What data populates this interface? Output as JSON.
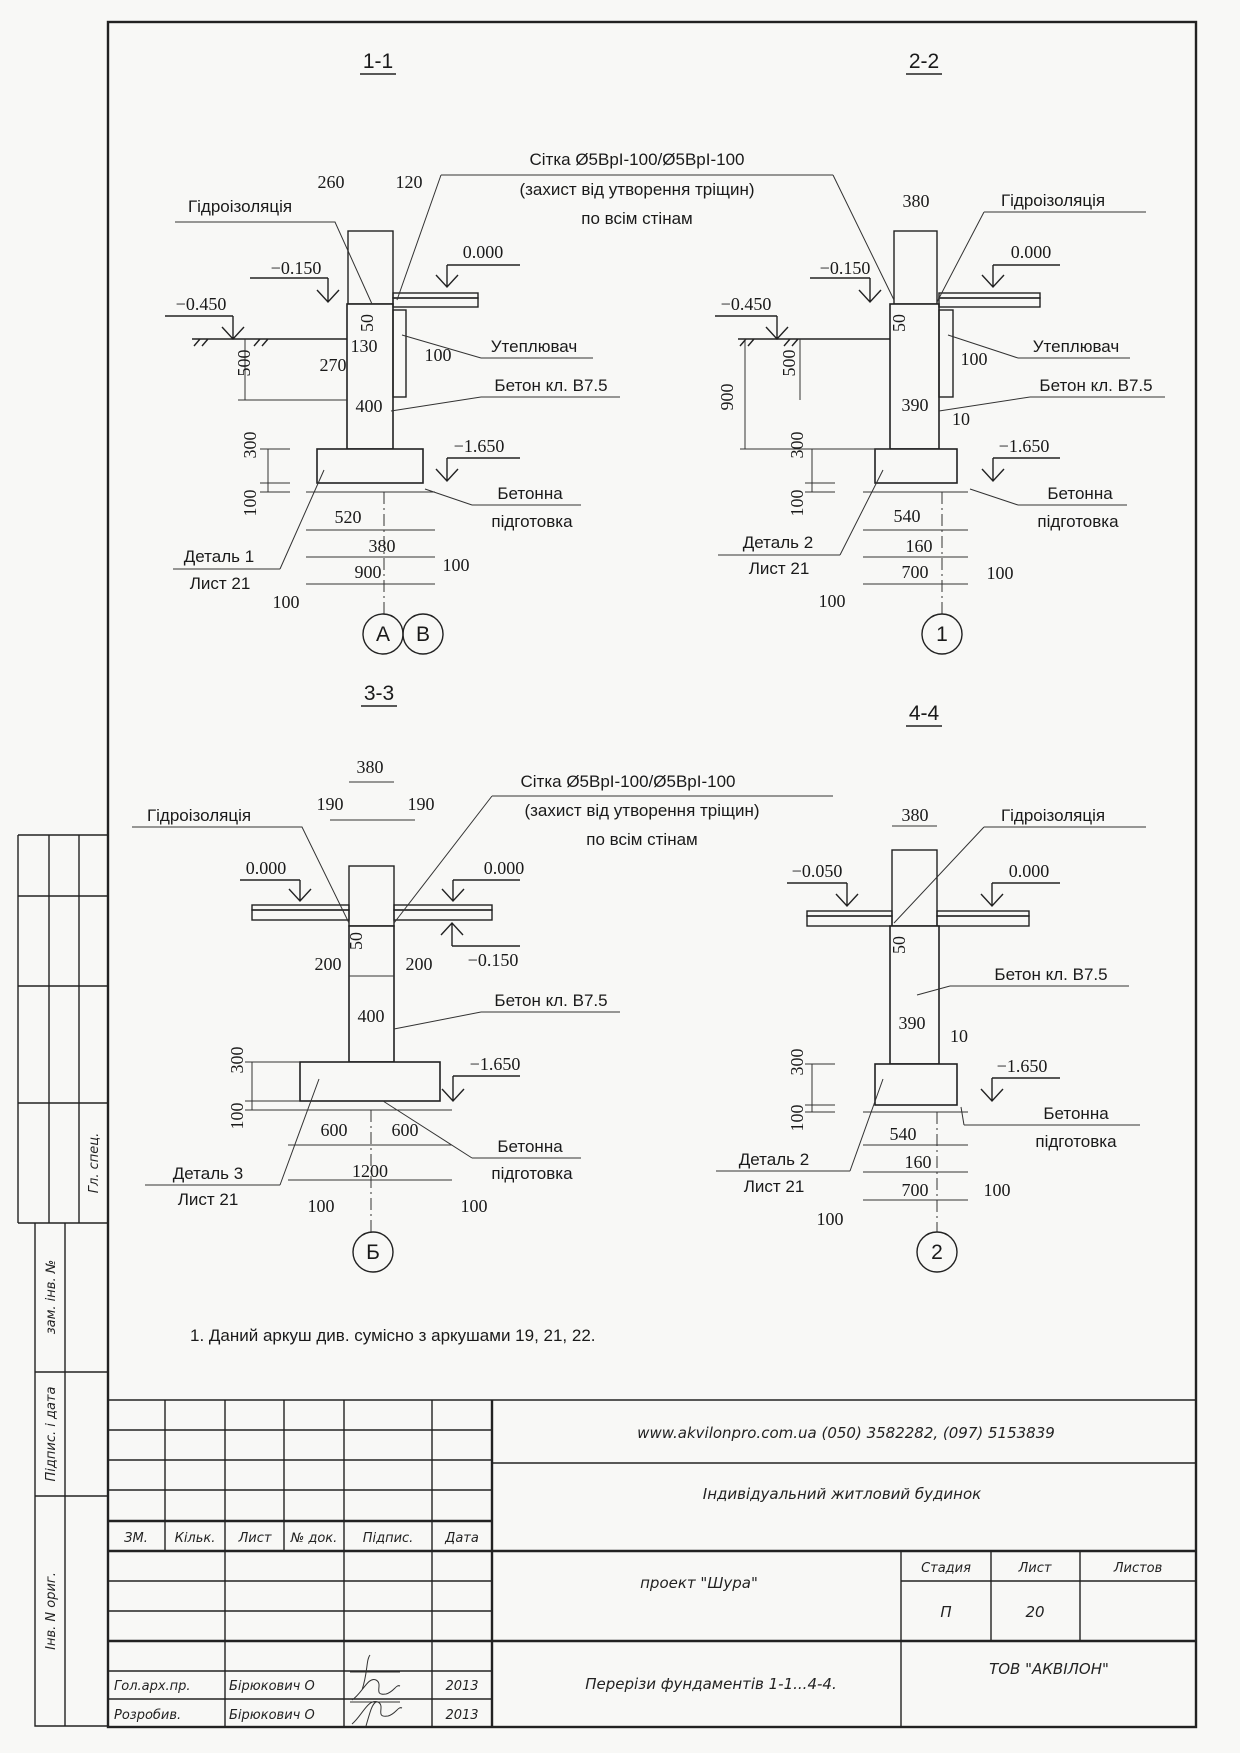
{
  "sections": [
    {
      "title": "1-1",
      "axes": [
        "A",
        "B"
      ],
      "labels": [
        "260",
        "120",
        "Гідроізоляція",
        "Сітка Ø5BpI-100/Ø5BpI-100",
        "(захист від утворення тріщин)",
        "по всім стінам",
        "0.000",
        "−0.150",
        "−0.450",
        "50",
        "130",
        "270",
        "100",
        "400",
        "500",
        "300",
        "100",
        "Утеплювач",
        "Бетон кл. B7.5",
        "−1.650",
        "Бетонна",
        "підготовка",
        "520",
        "380",
        "900",
        "100",
        "100",
        "Деталь 1",
        "Лист 21"
      ]
    },
    {
      "title": "2-2",
      "axes": [
        "1"
      ],
      "labels": [
        "380",
        "Гідроізоляція",
        "0.000",
        "−0.150",
        "−0.450",
        "50",
        "900",
        "500",
        "Утеплювач",
        "100",
        "Бетон кл. B7.5",
        "390",
        "10",
        "300",
        "100",
        "−1.650",
        "Бетонна",
        "підготовка",
        "540",
        "160",
        "700",
        "100",
        "100",
        "Деталь 2",
        "Лист 21"
      ]
    },
    {
      "title": "3-3",
      "axes": [
        "Б"
      ],
      "labels": [
        "380",
        "190",
        "190",
        "Гідроізоляція",
        "Сітка Ø5BpI-100/Ø5BpI-100",
        "(захист від утворення тріщин)",
        "по всім стінам",
        "0.000",
        "0.000",
        "50",
        "−0.150",
        "200",
        "200",
        "400",
        "Бетон кл. B7.5",
        "300",
        "100",
        "−1.650",
        "600",
        "600",
        "1200",
        "Бетонна",
        "підготовка",
        "Деталь 3",
        "Лист 21",
        "100",
        "100"
      ]
    },
    {
      "title": "4-4",
      "axes": [
        "2"
      ],
      "labels": [
        "380",
        "Гідроізоляція",
        "−0.050",
        "0.000",
        "50",
        "Бетон кл. B7.5",
        "390",
        "10",
        "300",
        "100",
        "−1.650",
        "Бетонна",
        "підготовка",
        "540",
        "160",
        "700",
        "100",
        "100",
        "Деталь 2",
        "Лист 21"
      ]
    }
  ],
  "note": "1. Даний аркуш див. сумісно з аркушами 19, 21, 22.",
  "title_block": {
    "contacts": "www.akvilonpro.com.ua (050) 3582282, (097) 5153839",
    "building": "Індивідуальний житловий будинок",
    "project": "проект \"Шура\"",
    "sheet_title": "Перерізи фундаментів 1-1...4-4.",
    "company": "ТОВ \"АКВІЛОН\"",
    "revision_headers": [
      "ЗМ.",
      "Кільк.",
      "Лист",
      "№ док.",
      "Підпис.",
      "Дата"
    ],
    "stage_headers": [
      "Стадия",
      "Лист",
      "Листов"
    ],
    "stage": "П",
    "sheet": "20",
    "signatures": [
      {
        "role": "Гол.арх.пр.",
        "name": "Бірюкович О",
        "date": "2013"
      },
      {
        "role": "Розробив.",
        "name": "Бірюкович О",
        "date": "2013"
      }
    ]
  },
  "side_stamp": {
    "labels": [
      "Гл. спец.",
      "зам. інв. №",
      "Підпис. і дата",
      "Інв. N ориг."
    ]
  }
}
